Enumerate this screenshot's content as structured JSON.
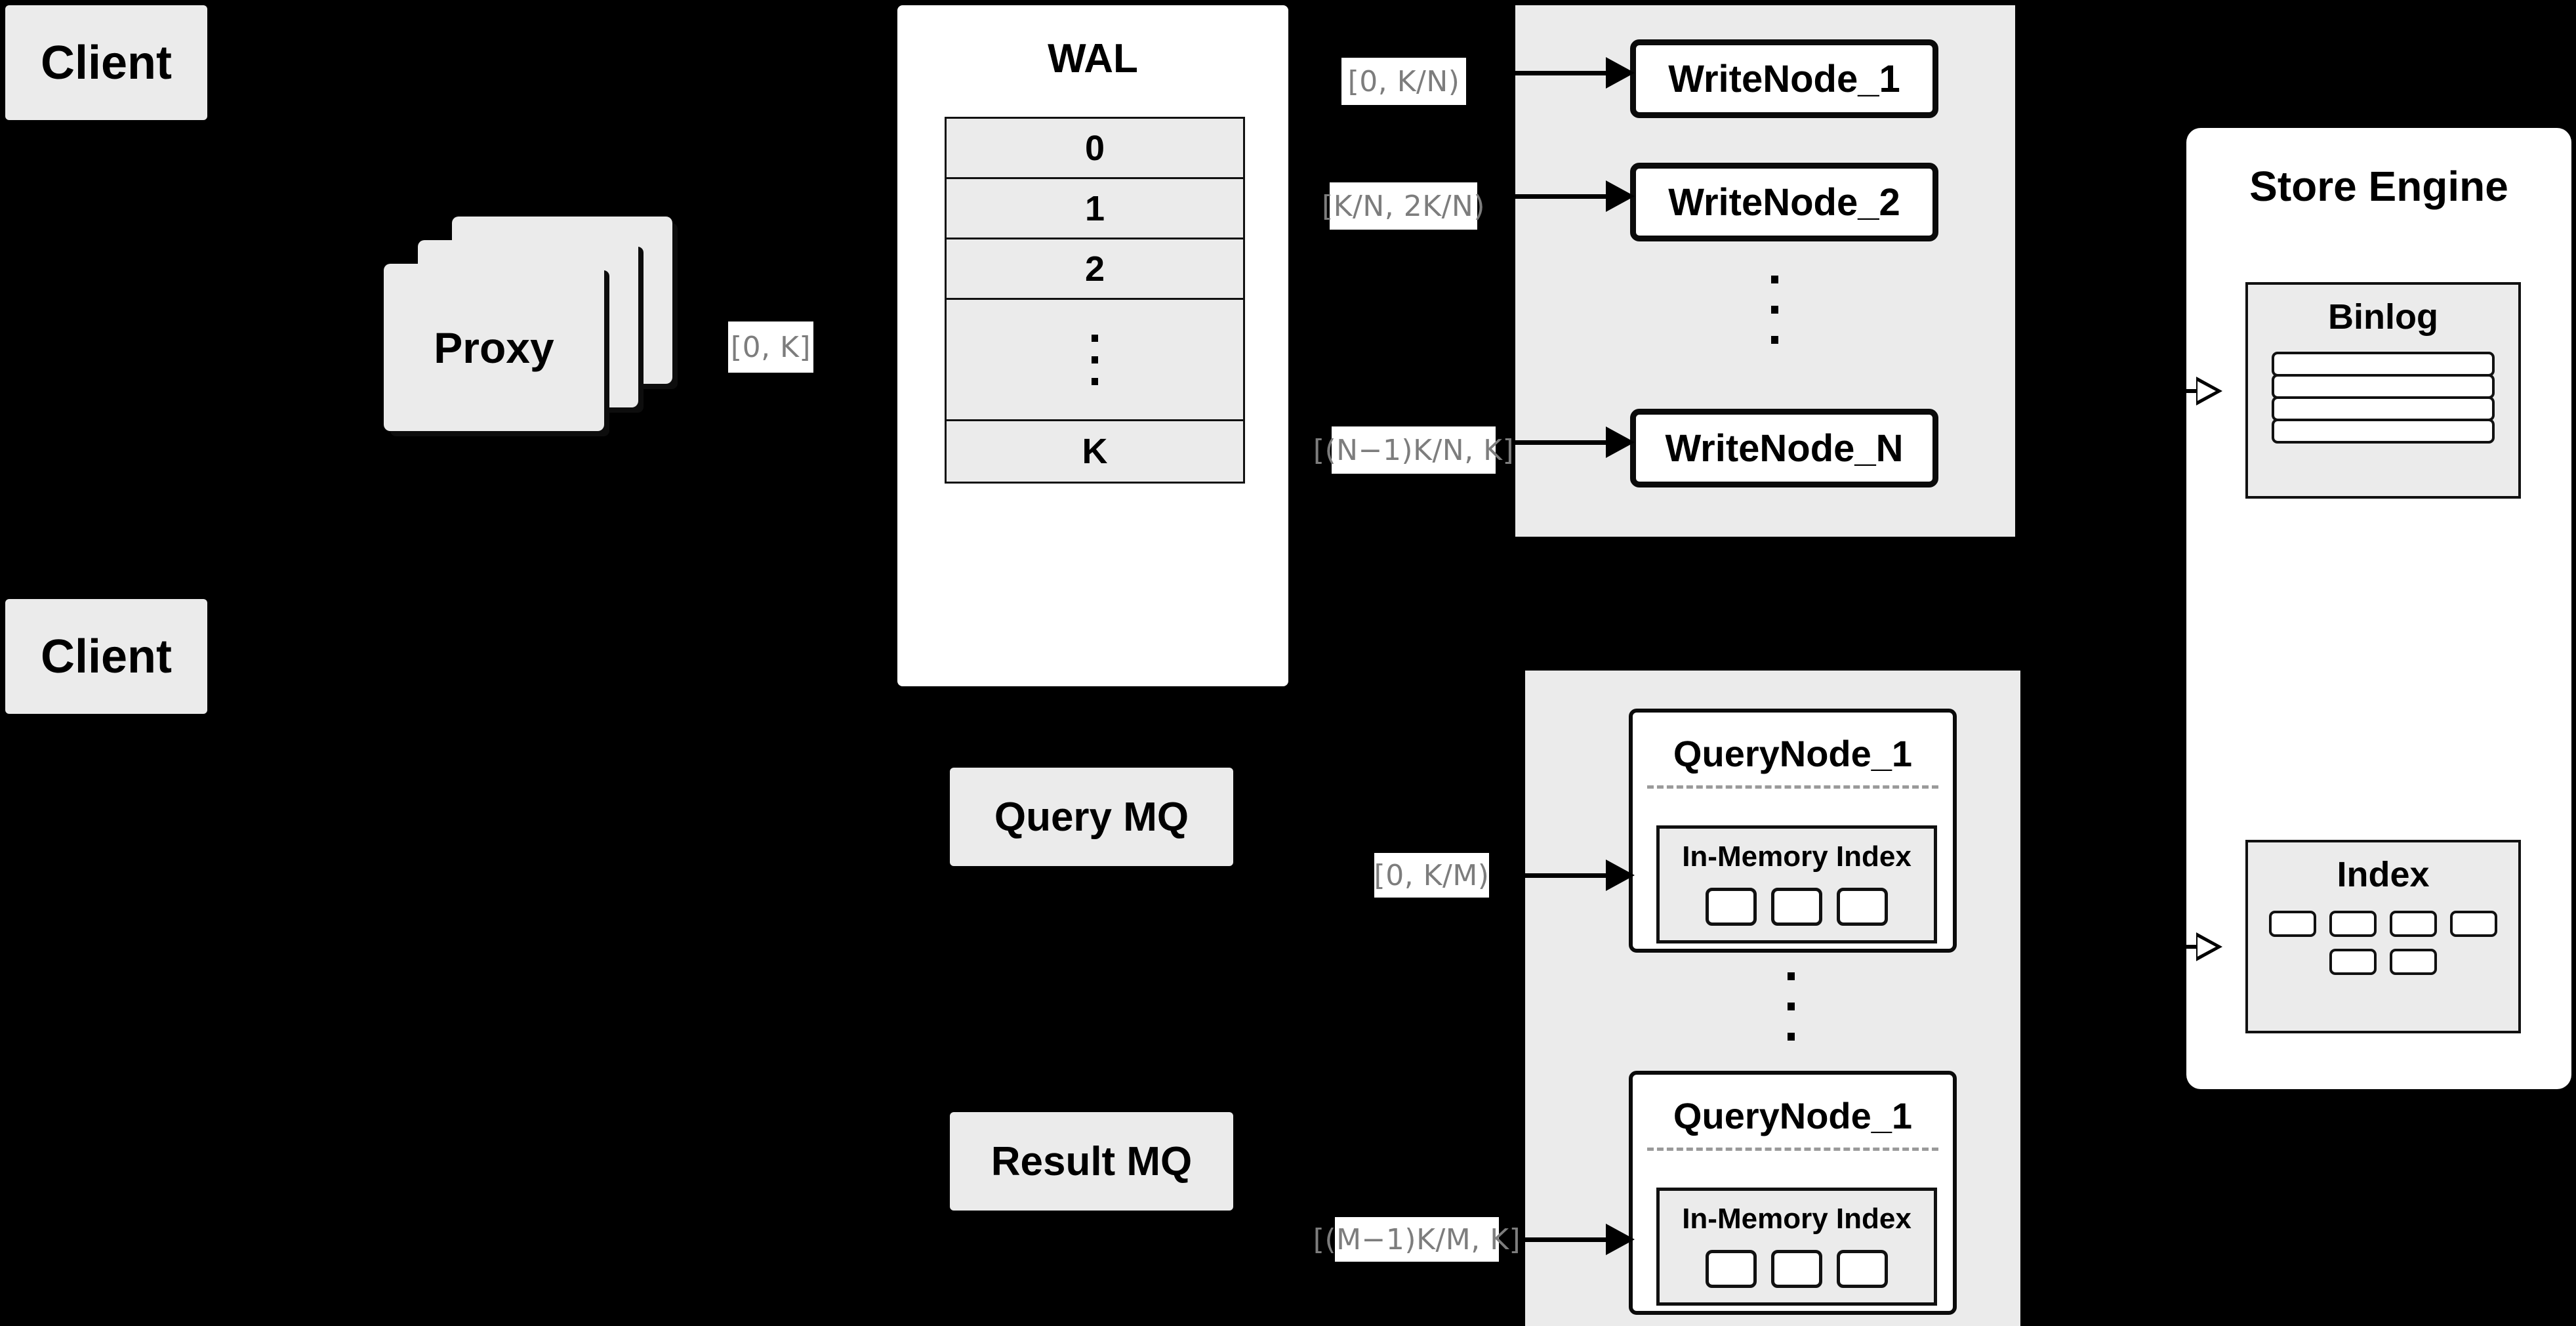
{
  "diagram": {
    "title": "Distributed Write / Query Architecture",
    "background_color": "#000000",
    "node_fill": "#ebebeb",
    "panel_fill": "#ffffff",
    "label_text_color": "#7d7d7d"
  },
  "clients": [
    {
      "label": "Client"
    },
    {
      "label": "Client"
    }
  ],
  "proxy": {
    "label": "Proxy",
    "stack_count": 3,
    "output_range_label": "[0, K]"
  },
  "wal": {
    "title": "WAL",
    "rows": [
      "0",
      "1",
      "2",
      "···",
      "K"
    ],
    "visible_row_labels": [
      "0",
      "1",
      "2",
      "K"
    ],
    "ellipsis_dots": 3
  },
  "write_cluster": {
    "nodes": [
      {
        "label": "WriteNode_1",
        "range_label": "[0,  K/N)"
      },
      {
        "label": "WriteNode_2",
        "range_label": "[K/N, 2K/N)"
      },
      {
        "label": "WriteNode_N",
        "range_label": "[(N−1)K/N,  K]"
      }
    ],
    "ellipsis_dots": 3
  },
  "query_mq": {
    "label": "Query MQ"
  },
  "result_mq": {
    "label": "Result MQ"
  },
  "query_cluster": {
    "nodes": [
      {
        "label": "QueryNode_1",
        "range_label": "[0, K/M)",
        "index": {
          "title": "In-Memory Index",
          "cell_count": 3
        }
      },
      {
        "label": "QueryNode_1",
        "range_label": "[(M−1)K/M, K]",
        "index": {
          "title": "In-Memory Index",
          "cell_count": 3
        }
      }
    ],
    "ellipsis_dots": 3
  },
  "store_engine": {
    "title": "Store Engine",
    "binlog": {
      "title": "Binlog",
      "row_count": 4
    },
    "index": {
      "title": "Index",
      "cell_count": 6
    }
  }
}
